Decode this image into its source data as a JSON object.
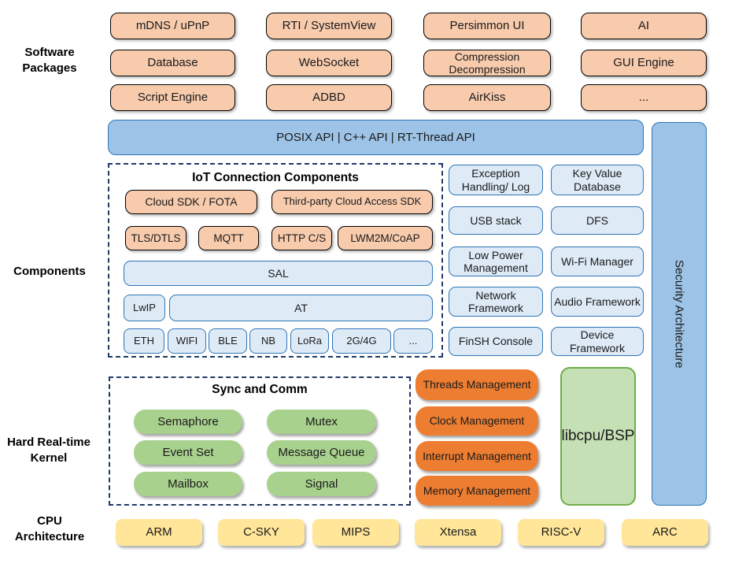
{
  "left_labels": {
    "software_packages": [
      "Software",
      "Packages"
    ],
    "components": [
      "Components"
    ],
    "kernel": [
      "Hard Real-time",
      "Kernel"
    ],
    "cpu": [
      "CPU",
      "Architecture"
    ]
  },
  "software_packages": {
    "items": [
      "mDNS / uPnP",
      "RTI / SystemView",
      "Persimmon UI",
      "AI",
      "Database",
      "WebSocket",
      "Compression Decompression",
      "GUI Engine",
      "Script Engine",
      "ADBD",
      "AirKiss",
      "..."
    ]
  },
  "api_bar": {
    "label": "POSIX API | C++ API | RT-Thread API"
  },
  "security_bar": {
    "label": "Security Architecture"
  },
  "iot_components": {
    "title": "IoT Connection Components",
    "row1": [
      "Cloud SDK / FOTA",
      "Third-party Cloud Access SDK"
    ],
    "row2": [
      "TLS/DTLS",
      "MQTT",
      "HTTP C/S",
      "LWM2M/CoAP"
    ],
    "sal": "SAL",
    "lwip": "LwIP",
    "at": "AT",
    "links": [
      "ETH",
      "WIFI",
      "BLE",
      "NB",
      "LoRa",
      "2G/4G",
      "..."
    ]
  },
  "service_components": {
    "items": [
      "Exception Handling/ Log",
      "Key Value Database",
      "USB stack",
      "DFS",
      "Low Power Management",
      "Wi-Fi Manager",
      "Network Framework",
      "Audio Framework",
      "FinSH Console",
      "Device Framework"
    ]
  },
  "kernel": {
    "sync_title": "Sync and Comm",
    "sync_items": [
      "Semaphore",
      "Mutex",
      "Event Set",
      "Message Queue",
      "Mailbox",
      "Signal"
    ],
    "management_items": [
      "Threads Management",
      "Clock Management",
      "Interrupt Management",
      "Memory Management"
    ],
    "libcpu": "libcpu/BSP"
  },
  "cpu_architectures": [
    "ARM",
    "C-SKY",
    "MIPS",
    "Xtensa",
    "RISC-V",
    "ARC"
  ],
  "colors": {
    "package_fill": "#F8CBAD",
    "api_fill": "#9DC3E6",
    "api_border": "#2E75B6",
    "service_fill": "#DEEBF7",
    "sync_fill": "#A9D18E",
    "management_fill": "#ED7D31",
    "libcpu_fill": "#C5E0B4",
    "libcpu_border": "#70AD47",
    "cpu_fill": "#FFE699",
    "dashed_border": "#1F3864"
  }
}
